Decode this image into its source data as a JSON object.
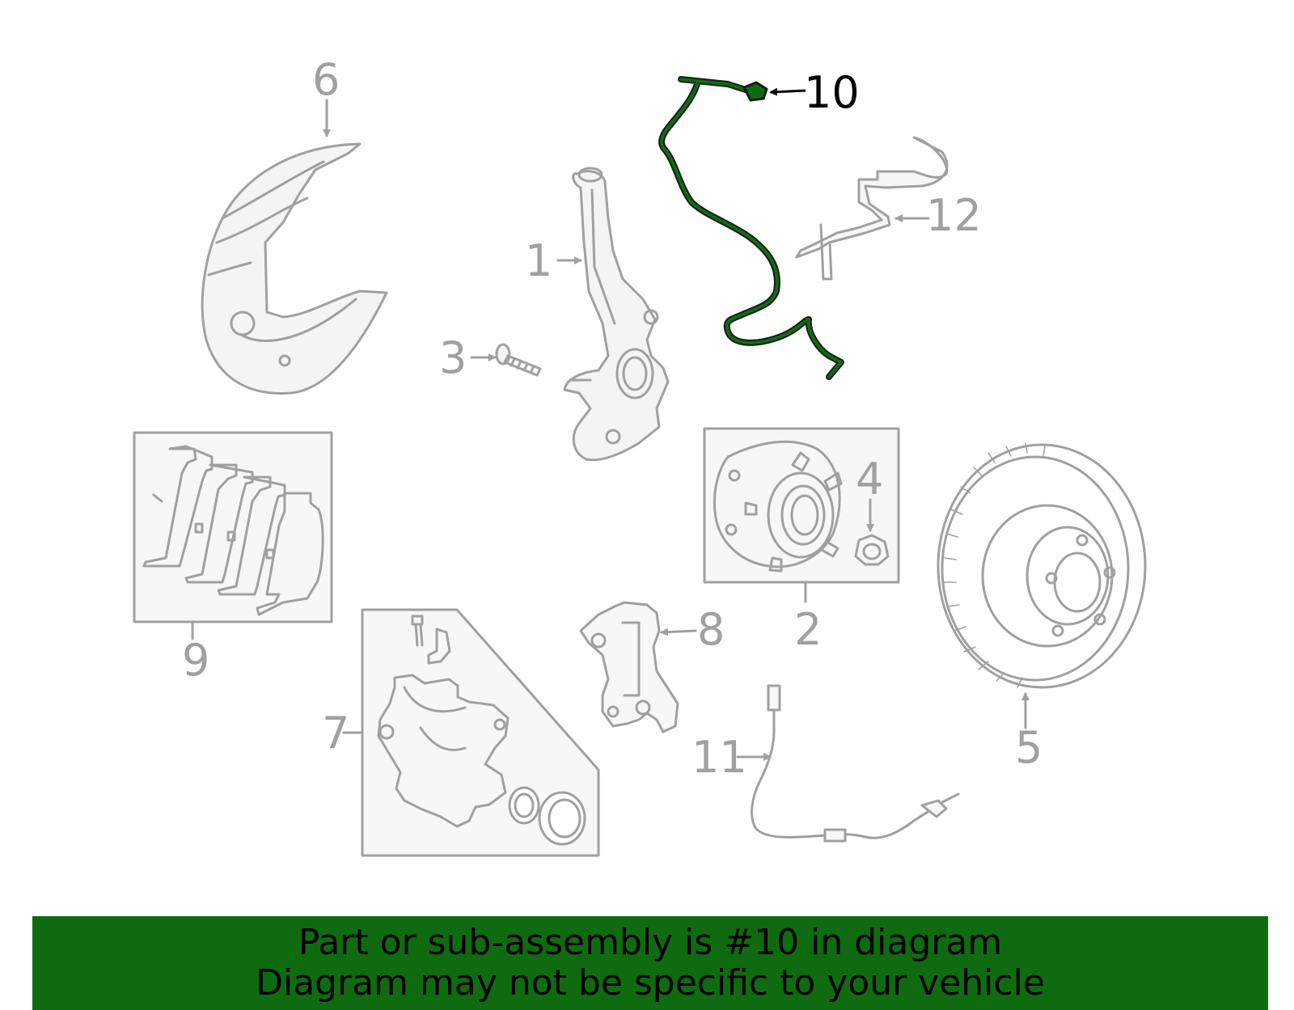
{
  "diagram": {
    "highlighted_part": "10",
    "colors": {
      "part": "#a0a0a0",
      "highlight": "#0f6b10",
      "outline": "#1a1a1a",
      "box_fill": "#f7f7f7",
      "banner_bg": "#0f6b10"
    },
    "labels": {
      "p1": "1",
      "p2": "2",
      "p3": "3",
      "p4": "4",
      "p5": "5",
      "p6": "6",
      "p7": "7",
      "p8": "8",
      "p9": "9",
      "p10": "10",
      "p11": "11",
      "p12": "12"
    }
  },
  "banner": {
    "line1": "Part or sub-assembly is #10 in diagram",
    "line2": "Diagram may not be specific to your vehicle"
  }
}
